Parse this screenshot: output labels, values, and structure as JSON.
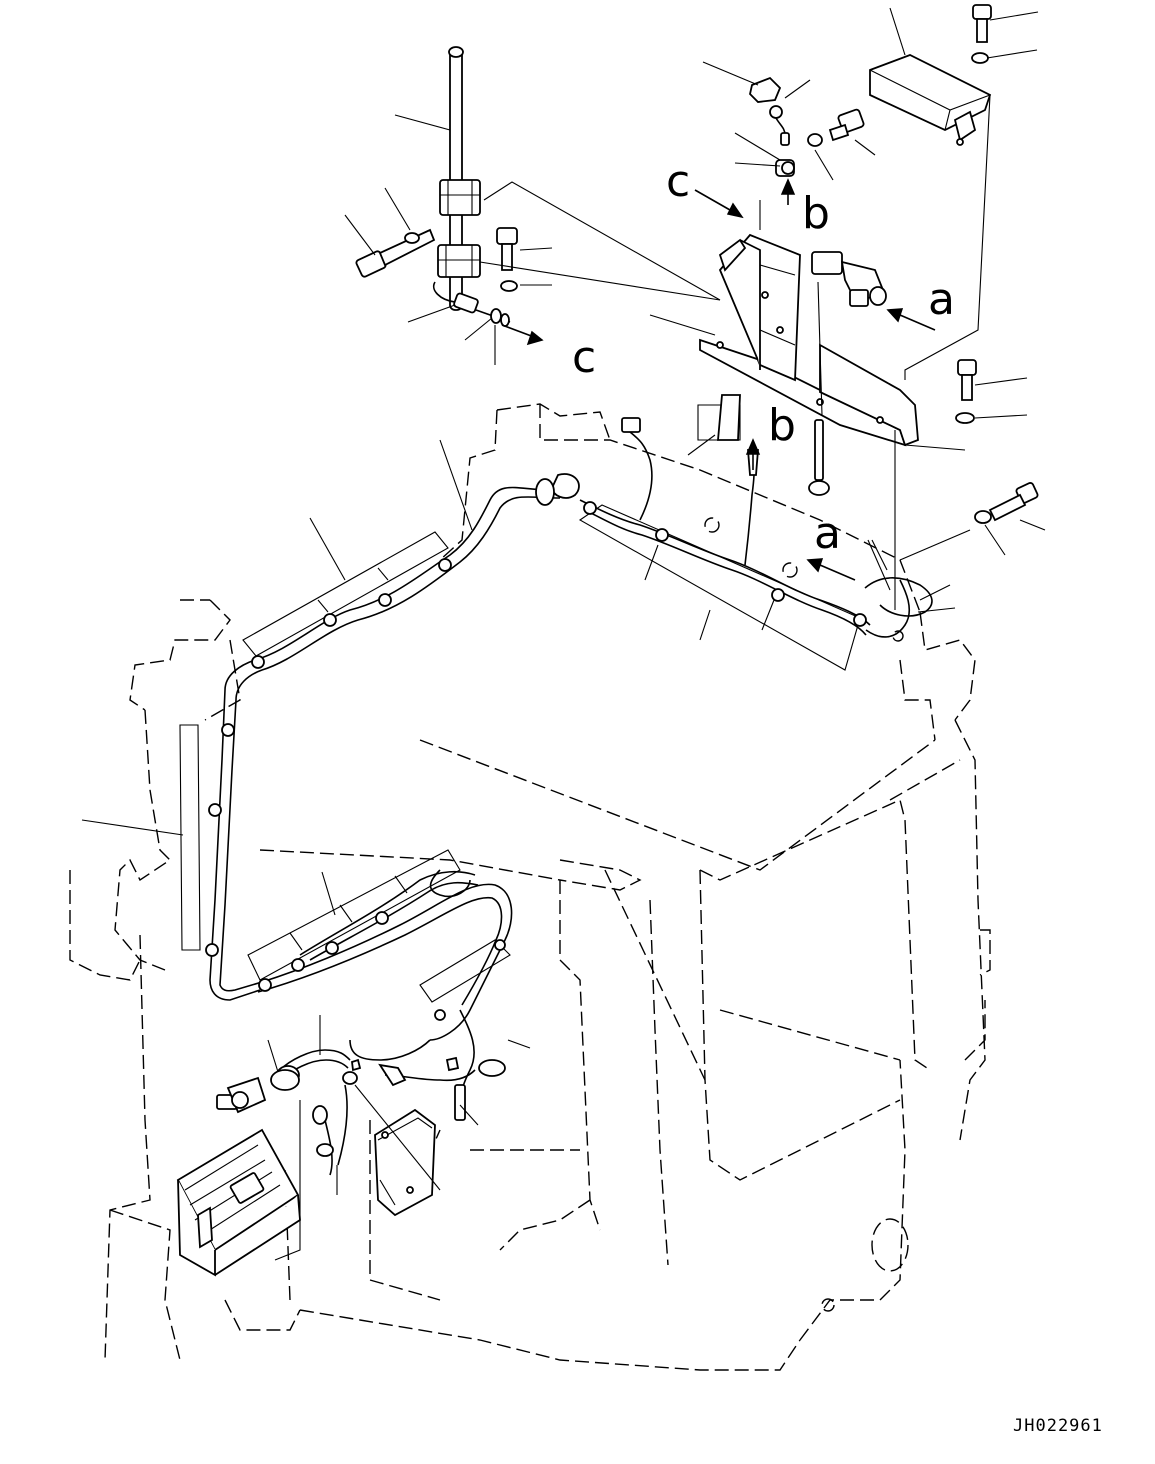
{
  "figure": {
    "drawing_code": "JH022961",
    "reference_letters": [
      "a",
      "b",
      "c"
    ]
  },
  "callouts": {
    "count": 35
  },
  "colors": {
    "line": "#000000",
    "background": "#ffffff"
  }
}
